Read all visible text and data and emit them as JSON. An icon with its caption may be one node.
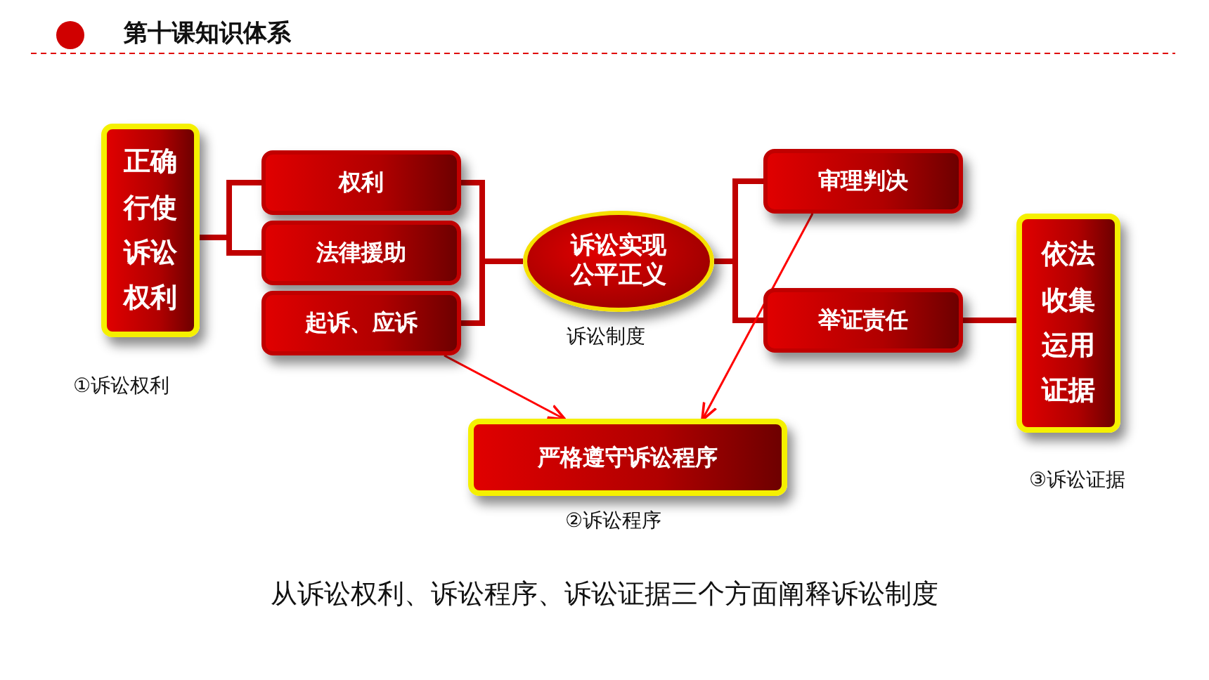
{
  "diagram": {
    "title": "第十课知识体系",
    "caption": "从诉讼权利、诉讼程序、诉讼证据三个方面阐释诉讼制度",
    "nodes": [
      {
        "text": [
          "正确行使诉讼权利"
        ],
        "beside": [
          "①诉讼权利"
        ]
      },
      {
        "text": [
          "权利"
        ]
      },
      {
        "text": [
          "法律援助"
        ]
      },
      {
        "text": [
          "起诉、应诉"
        ]
      },
      {
        "text": [
          "诉讼实现公平正义"
        ],
        "beside": [
          "诉讼制度"
        ]
      },
      {
        "text": [
          "审理判决"
        ]
      },
      {
        "text": [
          "举证责任"
        ]
      },
      {
        "text": [
          "依法收集运用证据"
        ],
        "beside": [
          "③诉讼证据"
        ]
      },
      {
        "text": [
          "严格遵守诉讼程序"
        ],
        "beside": [
          "②诉讼程序"
        ]
      }
    ],
    "edges": [
      {
        "from": 0,
        "to": 1,
        "arrow": "none"
      },
      {
        "from": 0,
        "to": 2,
        "arrow": "none"
      },
      {
        "from": 1,
        "to": 4,
        "arrow": "none"
      },
      {
        "from": 3,
        "to": 4,
        "arrow": "none"
      },
      {
        "from": 4,
        "to": 5,
        "arrow": "none"
      },
      {
        "from": 4,
        "to": 6,
        "arrow": "none"
      },
      {
        "from": 6,
        "to": 7,
        "arrow": "none"
      },
      {
        "from": 3,
        "to": 8,
        "arrow": "to",
        "color": "#ff0000"
      },
      {
        "from": 5,
        "to": 8,
        "arrow": "to",
        "color": "#ff0000"
      }
    ]
  }
}
